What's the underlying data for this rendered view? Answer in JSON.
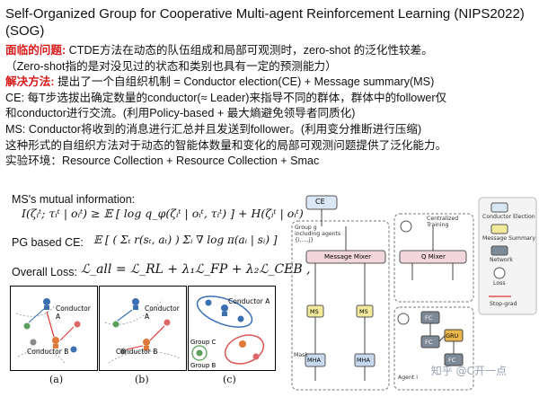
{
  "header": {
    "title": "Self-Organized Group for Cooperative Multi-agent Reinforcement Learning (NIPS2022)\n(SOG)"
  },
  "notes": {
    "problem_label": "面临的问题:",
    "problem_text": " CTDE方法在动态的队伍组成和局部可观测时，zero-shot 的泛化性较差。",
    "zero_shot_note": "（Zero-shot指的是对没见过的状态和类别也具有一定的预测能力）",
    "solution_label": "解决方法:",
    "solution_text": " 提出了一个自组织机制 = Conductor election(CE) + Message summary(MS)",
    "ce_line": "CE: 每T步选拔出确定数量的conductor(≈ Leader)来指导不同的群体，群体中的follower仅",
    "ce_line2": "和conductor进行交流。(利用Policy-based + 最大熵避免领导者同质化)",
    "ms_line": "MS: Conductor将收到的消息进行汇总并且发送到follower。(利用变分推断进行压缩)",
    "summary_line": "这种形式的自组织方法对于动态的智能体数量和变化的局部可观测问题提供了泛化能力。",
    "env_line": "实验环境：Resource Collection + Resource Collection + Smac"
  },
  "equations": {
    "mi_label": "MS's mutual information:",
    "mi_formula": "I(ζᵢᵗ; τᵢᵗ | oᵢᵗ) ≥ 𝔼 [ log q_φ(ζᵢᵗ | oᵢᵗ, τᵢᵗ) ] + H(ζᵢᵗ | oᵢᵗ)",
    "pg_label": "PG based CE:",
    "pg_formula": "𝔼 [ ( Σₜ r(sₜ, aₜ) ) Σᵢ ∇ log π(aᵢ | sᵢ) ]",
    "loss_label": "Overall Loss:",
    "loss_formula": "ℒ_all = ℒ_RL + λ₁ℒ_FP + λ₂ℒ_CEB ,"
  },
  "panels": {
    "a": {
      "caption": "(a)",
      "conductor_a": "Conductor A",
      "conductor_b": "Conductor B"
    },
    "b": {
      "caption": "(b)",
      "conductor_a": "Conductor A",
      "conductor_b": "Conductor B"
    },
    "c": {
      "caption": "(c)",
      "conductor_a": "Conductor A",
      "group_c": "Group C",
      "group_b": "Group B"
    }
  },
  "diagram": {
    "ce": "CE",
    "group_label": "Group g\nincluding agents\n{i,...,j}",
    "message_mixer": "Message Mixer",
    "ms": "MS",
    "mha": "MHA",
    "mask": "Mask",
    "centralized": "Centralized\nTraining",
    "q_mixer": "Q Mixer",
    "fc": "FC",
    "gru": "GRU",
    "legend_ce": "Conductor Election",
    "legend_ms": "Message Summary",
    "legend_network": "Network",
    "legend_loss": "Loss",
    "legend_stopgrad": "Stop-grad",
    "agent": "Agent i"
  },
  "watermark": "知乎 @C开一点",
  "colors": {
    "accent_red": "#d8191a",
    "ce_blue": "#dbe7f5",
    "mixer_pink": "#f2d6dc",
    "ms_yellow": "#f3e99a",
    "fc_gray": "#7f8a99"
  }
}
